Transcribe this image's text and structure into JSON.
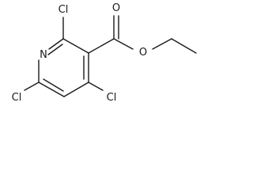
{
  "molecule": {
    "atoms": {
      "n1": "N",
      "cl2": "Cl",
      "cl4": "Cl",
      "cl6": "Cl",
      "o_carbonyl": "O",
      "o_ester": "O"
    }
  }
}
